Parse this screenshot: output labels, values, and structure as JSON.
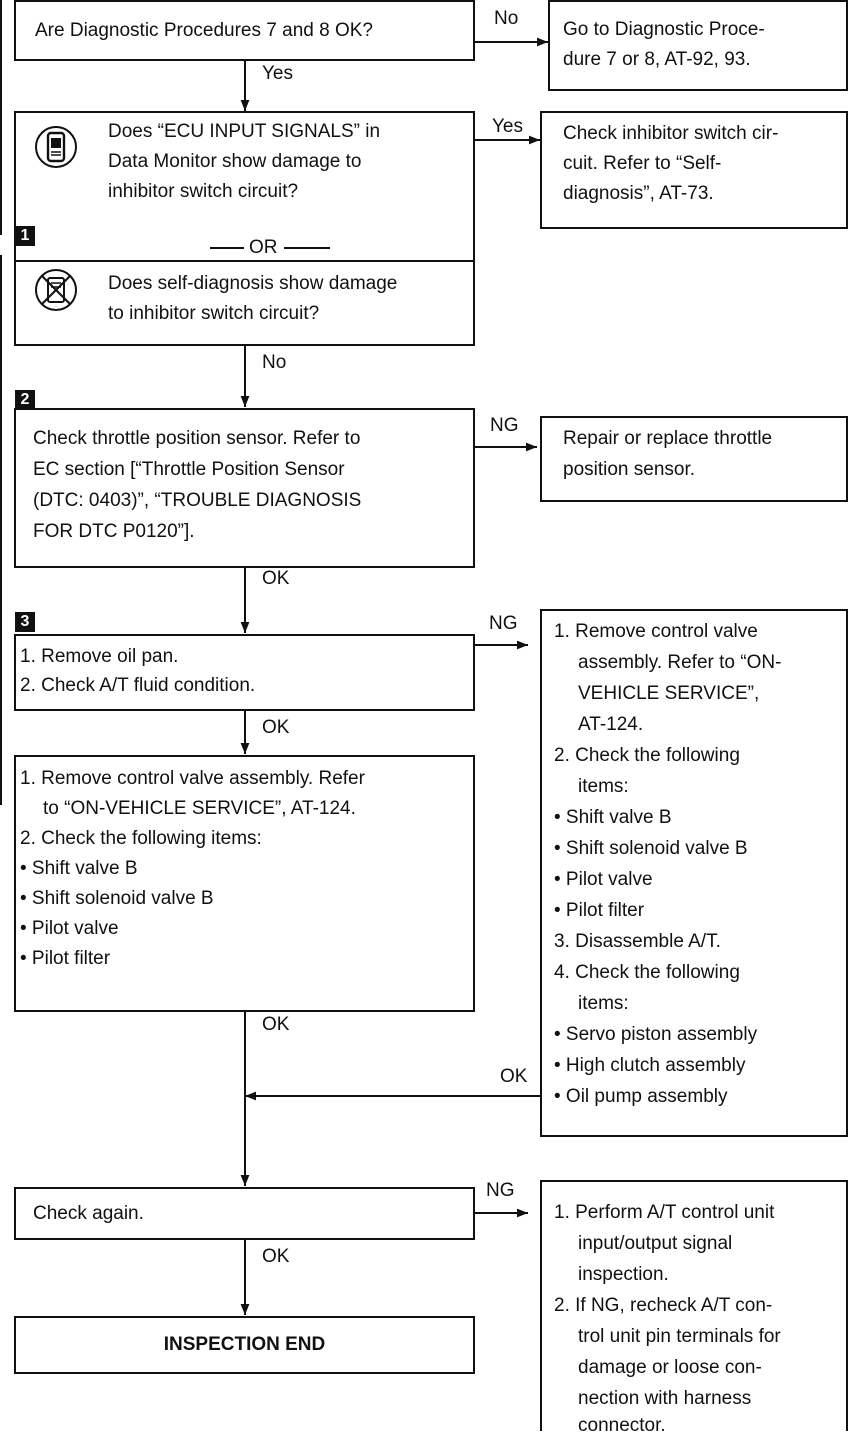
{
  "q1": {
    "text": "Are Diagnostic Procedures 7 and 8 OK?",
    "no": "No",
    "yes": "Yes",
    "no_action": [
      "Go to Diagnostic Proce-",
      "dure 7 or 8, AT-92, 93."
    ]
  },
  "q2": {
    "lines": [
      "Does “ECU INPUT SIGNALS” in",
      "Data Monitor show damage to",
      "inhibitor switch circuit?"
    ],
    "or": "OR",
    "alt_lines": [
      "Does self-diagnosis show damage",
      "to inhibitor switch circuit?"
    ],
    "yes": "Yes",
    "no": "No",
    "yes_action": [
      "Check inhibitor switch cir-",
      "cuit. Refer to “Self-",
      "diagnosis”, AT-73."
    ]
  },
  "steps": {
    "s1": "1",
    "s2": "2",
    "s3": "3"
  },
  "q3": {
    "lines": [
      "Check throttle position sensor. Refer to",
      "EC section [“Throttle Position Sensor",
      "(DTC: 0403)”, “TROUBLE DIAGNOSIS",
      "FOR DTC P0120”]."
    ],
    "ng": "NG",
    "ok": "OK",
    "ng_action": [
      "Repair or replace throttle",
      "position sensor."
    ]
  },
  "q4": {
    "lines": [
      "1. Remove oil pan.",
      "2. Check A/T fluid condition."
    ],
    "ng": "NG",
    "ok": "OK"
  },
  "right_ng": {
    "lines": [
      "1. Remove control valve",
      "assembly. Refer to “ON-",
      "VEHICLE SERVICE”,",
      "AT-124.",
      "2. Check the following",
      "items:",
      "• Shift valve B",
      "• Shift solenoid valve B",
      "• Pilot valve",
      "• Pilot filter",
      "3. Disassemble A/T.",
      "4. Check the following",
      "items:",
      "• Servo piston assembly",
      "• High clutch assembly",
      "• Oil pump assembly"
    ],
    "ok": "OK"
  },
  "q5": {
    "lines": [
      "1. Remove control valve assembly. Refer",
      "to “ON-VEHICLE SERVICE”, AT-124.",
      "2. Check the following items:",
      "• Shift valve B",
      "• Shift solenoid valve B",
      "• Pilot valve",
      "• Pilot filter"
    ],
    "ok": "OK"
  },
  "q6": {
    "text": "Check again.",
    "ng": "NG",
    "ok": "OK",
    "ng_action": [
      "1. Perform A/T control unit",
      "input/output signal",
      "inspection.",
      "2. If NG, recheck A/T con-",
      "trol unit pin terminals for",
      "damage or loose con-",
      "nection with harness",
      "connector."
    ]
  },
  "end": {
    "text": "INSPECTION END"
  },
  "icons": {
    "consult": "consult-tester-icon",
    "no_tools": "no-tools-icon"
  }
}
